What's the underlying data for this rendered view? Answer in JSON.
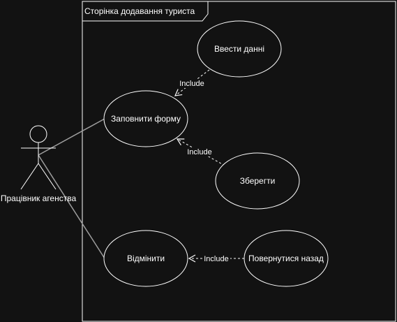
{
  "diagram": {
    "boundary_title": "Сторінка додавання туриста",
    "actor": {
      "label": "Працівник агенства"
    },
    "use_cases": [
      {
        "id": "fill_form",
        "label": "Заповнити форму"
      },
      {
        "id": "enter_data",
        "label": "Ввести данні"
      },
      {
        "id": "save",
        "label": "Зберегти"
      },
      {
        "id": "cancel",
        "label": "Відмінити"
      },
      {
        "id": "go_back",
        "label": "Повернутися назад"
      }
    ],
    "relations": [
      {
        "type": "association",
        "from": "actor",
        "to": "fill_form"
      },
      {
        "type": "association",
        "from": "actor",
        "to": "cancel"
      },
      {
        "type": "include",
        "from": "enter_data",
        "to": "fill_form",
        "label": "Include"
      },
      {
        "type": "include",
        "from": "save",
        "to": "fill_form",
        "label": "Include"
      },
      {
        "type": "include",
        "from": "go_back",
        "to": "cancel",
        "label": "Include"
      }
    ],
    "colors": {
      "background": "#121212",
      "stroke": "#ffffff",
      "association_line": "#9e9e9e",
      "text": "#ffffff"
    }
  }
}
